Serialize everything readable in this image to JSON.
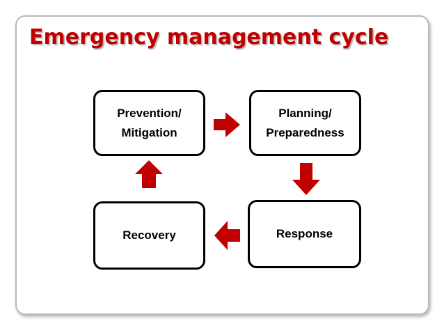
{
  "slide": {
    "title": "Emergency management cycle"
  },
  "boxes": {
    "prevention": {
      "line1": "Prevention/",
      "line2": "Mitigation"
    },
    "planning": {
      "line1": "Planning/",
      "line2": "Preparedness"
    },
    "response": {
      "line1": "Response",
      "line2": ""
    },
    "recovery": {
      "line1": "Recovery",
      "line2": ""
    }
  },
  "arrows": {
    "right": "block-arrow-right",
    "down": "block-arrow-down",
    "left": "block-arrow-left",
    "up": "block-arrow-up"
  },
  "colors": {
    "arrow_red": "#c00000",
    "title_red": "#c00000",
    "box_border": "#000000",
    "frame_border": "#b9b9b9",
    "background": "#ffffff"
  }
}
